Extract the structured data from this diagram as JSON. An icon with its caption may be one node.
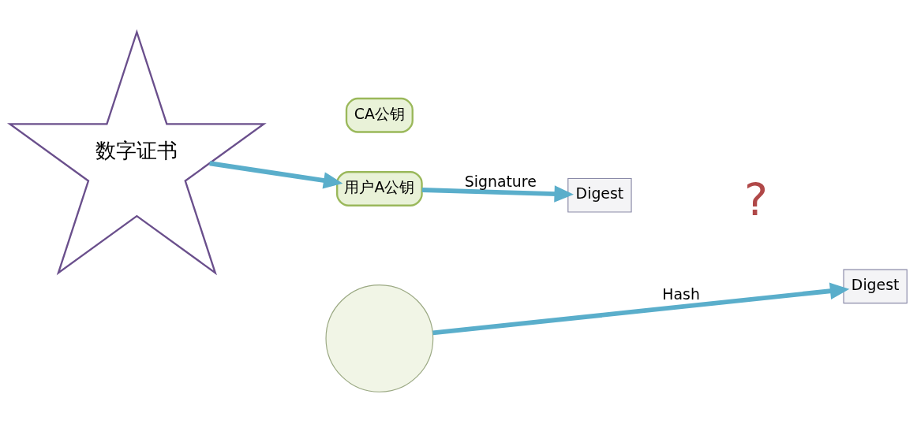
{
  "diagram": {
    "nodes": [
      {
        "text": [
          "数字证书"
        ]
      },
      {
        "text": [
          "CA公钥"
        ]
      },
      {
        "text": [
          "用户A公钥"
        ]
      },
      {
        "text": [
          "Digest"
        ]
      },
      {
        "text": [],
        "shape": "circle"
      },
      {
        "text": [
          "Digest"
        ]
      }
    ],
    "edges": [
      {
        "from": 0,
        "to": 2,
        "arrow": "to"
      },
      {
        "from": 2,
        "to": 3,
        "arrow": "to",
        "label": "Signature"
      },
      {
        "from": 4,
        "to": 5,
        "arrow": "to",
        "label": "Hash"
      }
    ],
    "labels": [
      "?"
    ]
  }
}
